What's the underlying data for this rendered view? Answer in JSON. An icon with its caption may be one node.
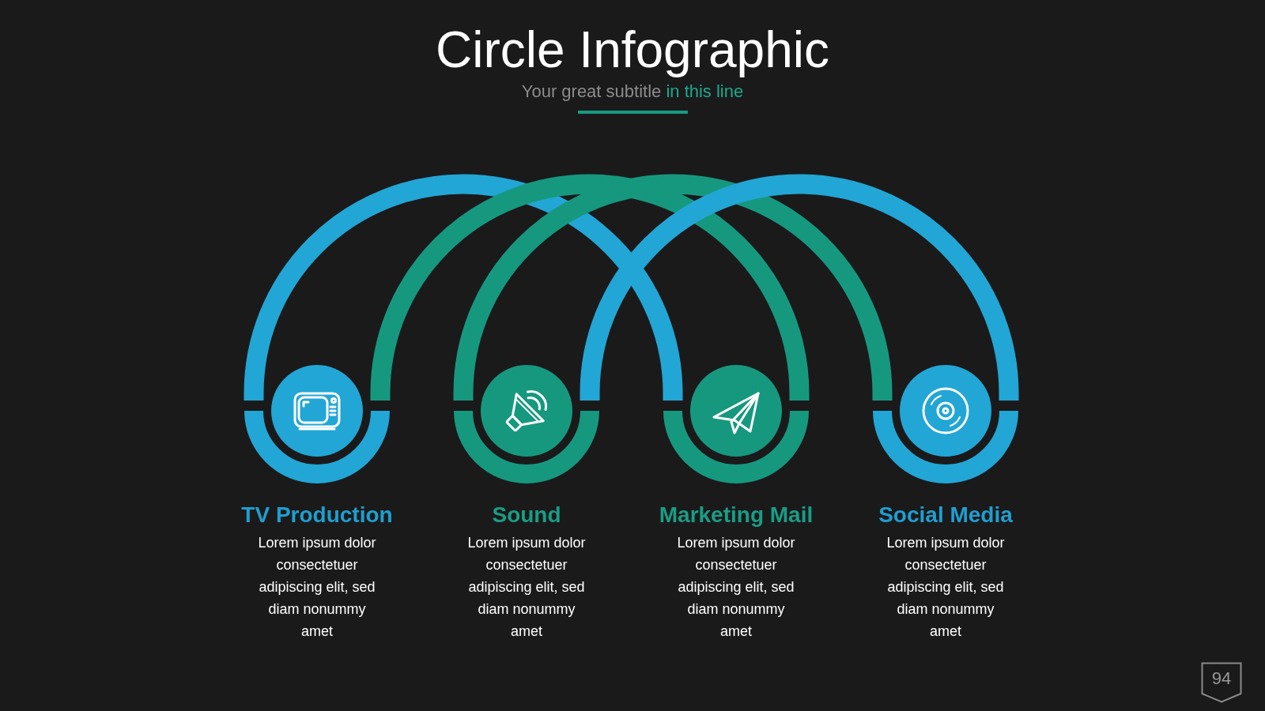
{
  "diagram": {
    "title": "Circle Infographic",
    "nodes": [
      {
        "text": [
          "TV Production"
        ]
      },
      {
        "text": [
          "Sound"
        ]
      },
      {
        "text": [
          "Marketing Mail"
        ]
      },
      {
        "text": [
          "Social Media"
        ]
      }
    ],
    "labels": [
      "Your great subtitle in this line",
      "Lorem ipsum dolor consectetuer adipiscing elit, sed diam nonummy amet",
      "Lorem ipsum dolor consectetuer adipiscing elit, sed diam nonummy amet",
      "Lorem ipsum dolor consectetuer adipiscing elit, sed diam nonummy amet",
      "Lorem ipsum dolor consectetuer adipiscing elit, sed diam nonummy amet",
      "94"
    ]
  }
}
